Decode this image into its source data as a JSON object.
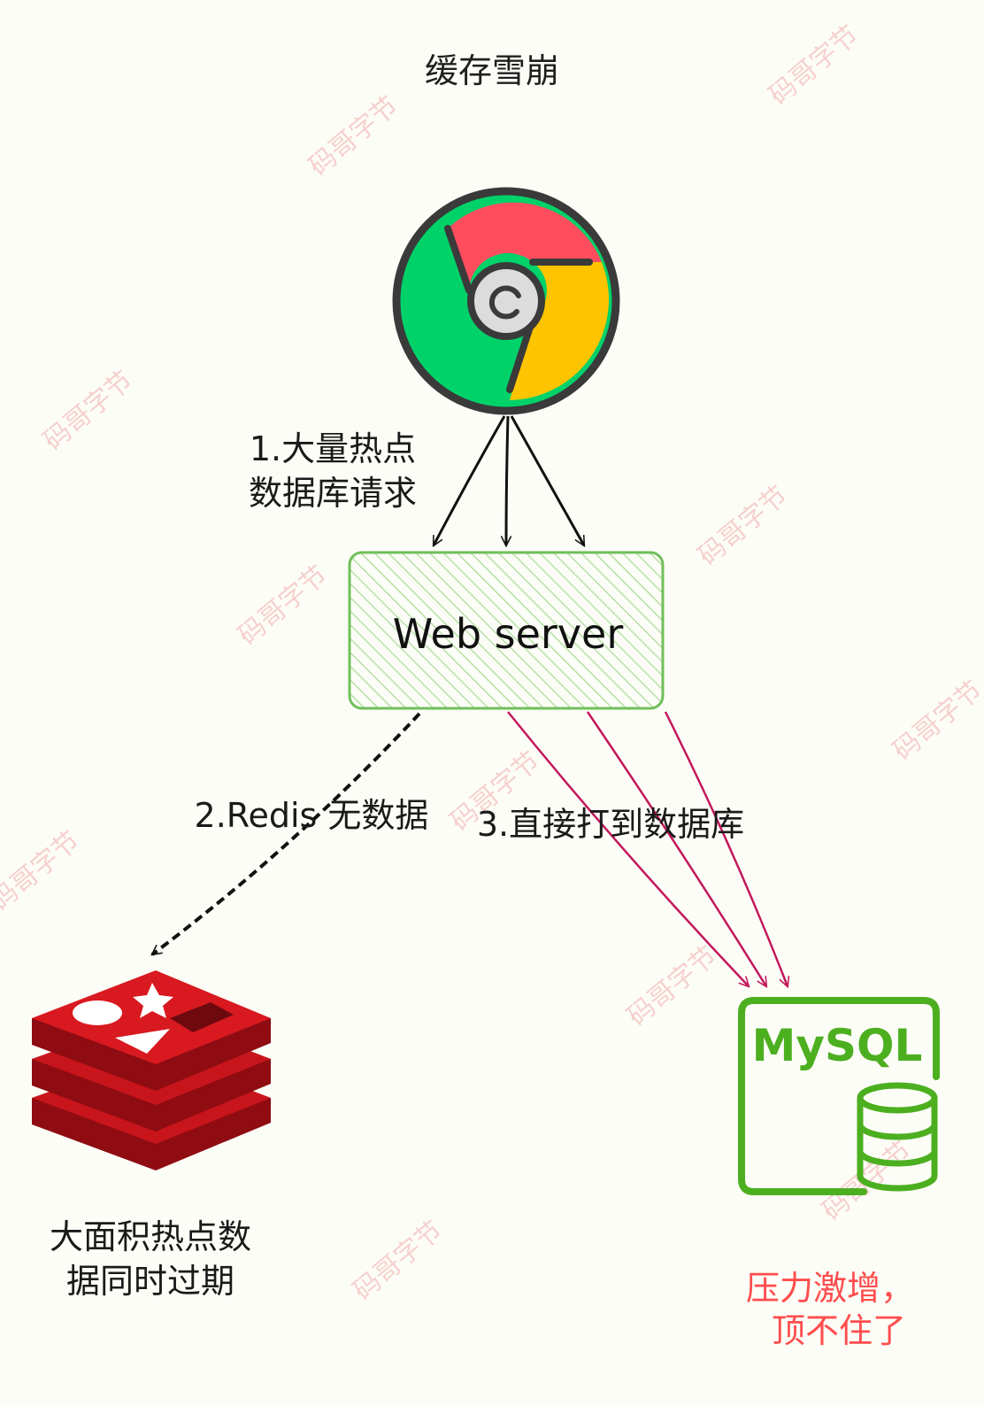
{
  "diagram": {
    "title": "缓存雪崩",
    "nodes": {
      "browser": {
        "icon": "chrome-browser-icon"
      },
      "web_server": {
        "label": "Web server"
      },
      "redis": {
        "icon": "redis-icon",
        "caption_line1": "大面积热点数",
        "caption_line2": "据同时过期"
      },
      "mysql": {
        "label": "MySQL",
        "icon": "database-icon",
        "caption_line1": "压力激增，",
        "caption_line2": "顶不住了"
      }
    },
    "edges": {
      "requests": {
        "label_line1": "1.大量热点",
        "label_line2": "数据库请求"
      },
      "redis_miss": {
        "label": "2.Redis 无数据"
      },
      "hit_db": {
        "label": "3.直接打到数据库"
      }
    },
    "watermark": "码哥字节",
    "colors": {
      "background": "#fdfdf7",
      "server_border": "#6fbf5a",
      "server_hatch": "#b7e0a8",
      "db_arrow": "#c2185b",
      "mysql_green": "#4caf1f",
      "warning": "#ff4d4d",
      "redis_red": "#c8151b"
    }
  }
}
